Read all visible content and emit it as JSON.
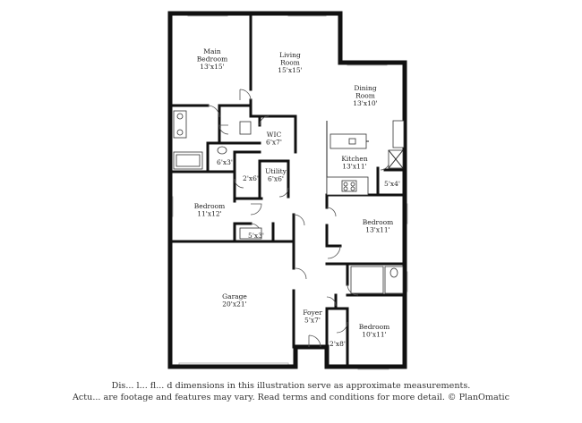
{
  "rooms": {
    "main_bedroom": {
      "name": "Main\nBedroom",
      "dim": "13'x15'"
    },
    "living_room": {
      "name": "Living\nRoom",
      "dim": "15'x15'"
    },
    "dining_room": {
      "name": "Dining\nRoom",
      "dim": "13'x10'"
    },
    "wic": {
      "name": "WIC",
      "dim": "6'x7'"
    },
    "bath_main": {
      "name": "",
      "dim": "6'x3'"
    },
    "utility": {
      "name": "Utility",
      "dim": "6'x6'"
    },
    "closet_small": {
      "name": "",
      "dim": "2'x6'"
    },
    "kitchen": {
      "name": "Kitchen",
      "dim": "13'x11'"
    },
    "pantry": {
      "name": "",
      "dim": "5'x4'"
    },
    "bedroom_west": {
      "name": "Bedroom",
      "dim": "11'x12'"
    },
    "bath_hall": {
      "name": "",
      "dim": "5'x3'"
    },
    "bedroom_east": {
      "name": "Bedroom",
      "dim": "13'x11'"
    },
    "garage": {
      "name": "Garage",
      "dim": "20'x21'"
    },
    "foyer": {
      "name": "Foyer",
      "dim": "5'x7'"
    },
    "closet_foyer": {
      "name": "",
      "dim": "2'x8'"
    },
    "bedroom_south": {
      "name": "Bedroom",
      "dim": "10'x11'"
    }
  },
  "disclaimer": {
    "line1": "Dis... l... fl... d dimensions in this illustration serve as approximate measurements.",
    "line2": "Actu... are footage and features may vary. Read terms and conditions for more detail. © PlanOmatic"
  }
}
